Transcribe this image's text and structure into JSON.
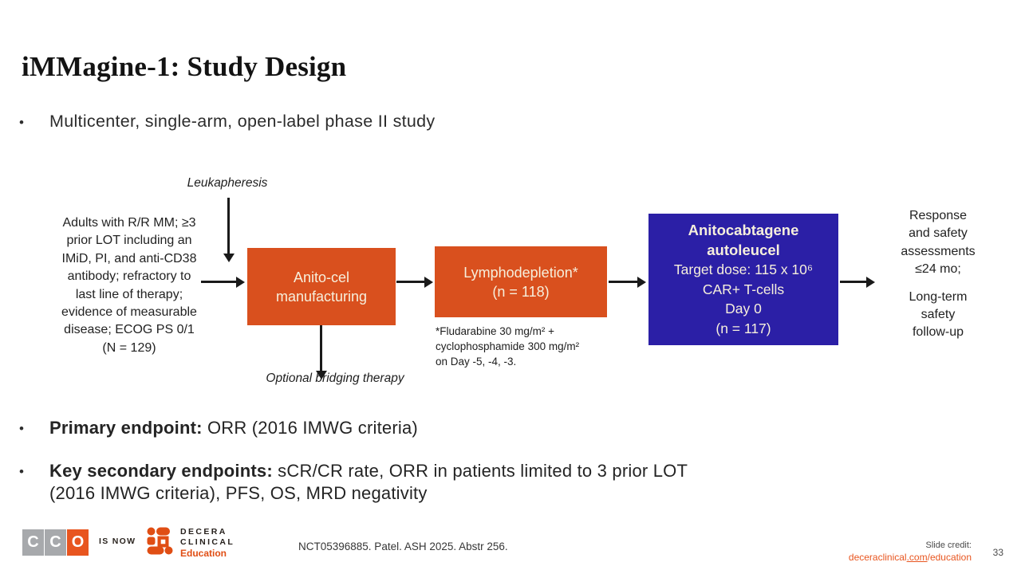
{
  "bullet_glyph": "•",
  "title": "iMMagine-1: Study Design",
  "intro": "Multicenter, single-arm, open-label phase II study",
  "diagram": {
    "leukapheresis_label": "Leukapheresis",
    "bridging_label": "Optional bridging therapy",
    "eligibility_lines": [
      "Adults with R/R MM; ≥3",
      "prior LOT including an",
      "IMiD, PI, and anti-CD38",
      "antibody; refractory to",
      "last line of therapy;",
      "evidence of measurable",
      "disease; ECOG PS 0/1",
      "(N = 129)"
    ],
    "manufacturing_box": {
      "line1": "Anito-cel",
      "line2": "manufacturing"
    },
    "lymphodepletion_box": {
      "line1": "Lymphodepletion*",
      "line2": "(n = 118)"
    },
    "footnote_lines": [
      "*Fludarabine 30 mg/m² +",
      "cyclophosphamide 300 mg/m²",
      "on Day -5, -4, -3."
    ],
    "anitocel_box": {
      "line1": "Anitocabtagene",
      "line2": "autoleucel",
      "line3": "Target dose: 115 x 10⁶",
      "line4": "CAR+ T-cells",
      "line5": "Day 0",
      "line6": "(n = 117)"
    },
    "outcome_lines_1": [
      "Response",
      "and safety",
      "assessments",
      "≤24 mo;"
    ],
    "outcome_lines_2": [
      "Long-term",
      "safety",
      "follow-up"
    ]
  },
  "endpoints": {
    "primary_label": "Primary endpoint:",
    "primary_text": " ORR (2016 IMWG criteria)",
    "secondary_label": "Key secondary endpoints:",
    "secondary_text_line1": " sCR/CR rate, ORR in patients limited to 3 prior LOT",
    "secondary_text_line2": "(2016 IMWG criteria), PFS, OS, MRD negativity"
  },
  "footer": {
    "cco_letters": [
      "C",
      "C",
      "O"
    ],
    "is_now": "IS NOW",
    "decera_name_line1": "DECERA",
    "decera_name_line2": "CLINICAL",
    "decera_name_line3": "Education",
    "reference": "NCT05396885. Patel. ASH 2025. Abstr 256.",
    "credit_label": "Slide credit:",
    "credit_link_part1": "deceraclinical",
    "credit_link_part2": ".com",
    "credit_link_part3": "/education",
    "page_number": "33"
  },
  "colors": {
    "box_orange": "#D9501E",
    "box_blue": "#2B1FA6",
    "accent_orange": "#E8551F",
    "cream_text": "#F6EFDC",
    "arrow_black": "#1A1A1A"
  }
}
